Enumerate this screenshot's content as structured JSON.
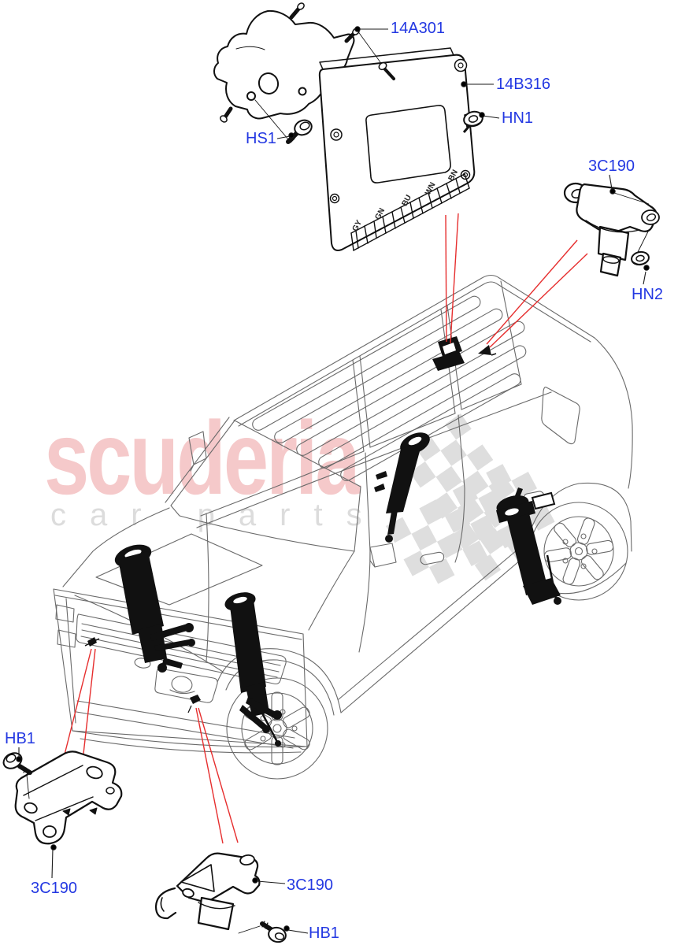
{
  "diagram": {
    "callouts": {
      "bracket_top": "14A301",
      "module": "14B316",
      "nut_module": "HN1",
      "screw_module": "HS1",
      "sensor_rear": "3C190",
      "nut_sensor_rear": "HN2",
      "screw_front_left": "HB1",
      "sensor_front_left": "3C190",
      "sensor_front_right": "3C190",
      "screw_front_right": "HB1"
    },
    "module_connector_labels": [
      "GY",
      "GN",
      "BU",
      "WN",
      "BN"
    ],
    "watermark": {
      "brand": "scuderia",
      "tagline": "car parts"
    },
    "colors": {
      "callout_text": "#2338e2",
      "leader_line": "#1a1a1a",
      "highlight_line": "#e62e2e",
      "artwork_line": "#666666",
      "part_line": "#111111",
      "watermark_pink": "#f5c9ca",
      "watermark_gray": "#dcdcdc"
    }
  }
}
